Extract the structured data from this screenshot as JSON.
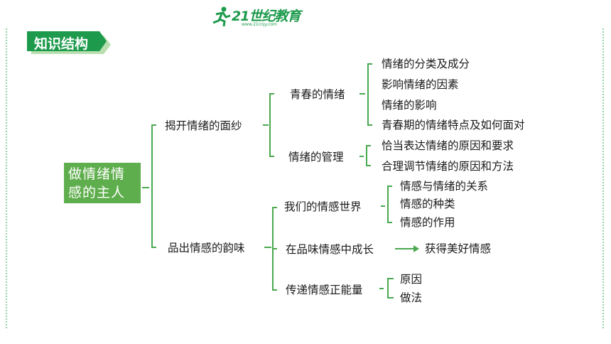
{
  "logo": {
    "text": "21世纪教育",
    "url": "www.21cnjy.com"
  },
  "section_title": "知识结构",
  "root": {
    "line1": "做情绪情",
    "line2": "感的主人"
  },
  "branches": [
    {
      "label": "揭开情绪的面纱",
      "children": [
        {
          "label": "青春的情绪",
          "items": [
            "情绪的分类及成分",
            "影响情绪的因素",
            "情绪的影响",
            "青春期的情绪特点及如何面对"
          ]
        },
        {
          "label": "情绪的管理",
          "items": [
            "恰当表达情绪的原因和要求",
            "合理调节情绪的原因和方法"
          ]
        }
      ]
    },
    {
      "label": "品出情感的韵味",
      "children": [
        {
          "label": "我们的情感世界",
          "items": [
            "情感与情绪的关系",
            "情感的种类",
            "情感的作用"
          ]
        },
        {
          "label": "在品味情感中成长",
          "result": "获得美好情感"
        },
        {
          "label": "传递情感正能量",
          "items": [
            "原因",
            "做法"
          ]
        }
      ]
    }
  ],
  "colors": {
    "accent": "#1d9a4c",
    "root_fill": "#5fae4d",
    "connector": "#4aa84f",
    "frame": "#8fd3a4"
  }
}
